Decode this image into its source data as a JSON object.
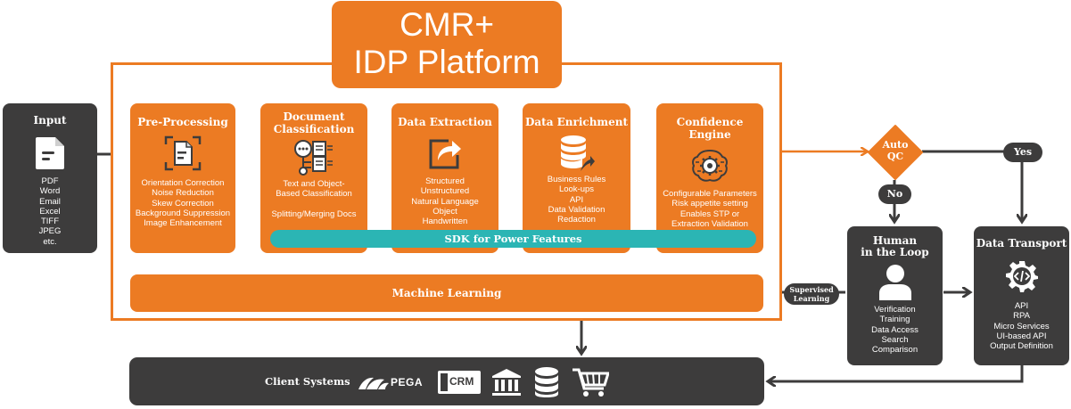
{
  "title": {
    "line1": "CMR+",
    "line2": "IDP Platform"
  },
  "input": {
    "title": "Input",
    "items": [
      "PDF",
      "Word",
      "Email",
      "Excel",
      "TIFF",
      "JPEG",
      "etc."
    ]
  },
  "stages": [
    {
      "title": "Pre-Processing",
      "icon": "document-scan-icon",
      "items": [
        "Orientation Correction",
        "Noise Reduction",
        "Skew Correction",
        "Background Suppression",
        "Image Enhancement"
      ]
    },
    {
      "title_line1": "Document",
      "title_line2": "Classification",
      "icon": "classification-tree-icon",
      "items": [
        "Text and Object-",
        "Based Classification",
        "",
        "Splitting/Merging Docs"
      ]
    },
    {
      "title": "Data Extraction",
      "icon": "export-arrow-icon",
      "items": [
        "Structured",
        "Unstructured",
        "Natural Language",
        "Object",
        "Handwritten"
      ]
    },
    {
      "title": "Data Enrichment",
      "icon": "database-arrow-icon",
      "items": [
        "Business Rules",
        "Look-ups",
        "API",
        "Data Validation",
        "Redaction"
      ]
    },
    {
      "title": "Confidence Engine",
      "icon": "brain-gear-icon",
      "items": [
        "Configurable Parameters",
        "Risk appetite setting",
        "Enables STP or",
        "Extraction Validation"
      ]
    }
  ],
  "sdk": "SDK for Power Features",
  "machine_learning": "Machine Learning",
  "auto_qc": {
    "line1": "Auto",
    "line2": "QC"
  },
  "yes_label": "Yes",
  "no_label": "No",
  "human": {
    "title_line1": "Human",
    "title_line2": "in the Loop",
    "icon": "person-icon",
    "items": [
      "Verification",
      "Training",
      "Data Access",
      "Search",
      "Comparison"
    ]
  },
  "transport": {
    "title": "Data Transport",
    "icon": "code-gear-icon",
    "items": [
      "API",
      "RPA",
      "Micro Services",
      "UI-based API",
      "Output Definition"
    ]
  },
  "supervised": {
    "line1": "Supervised",
    "line2": "Learning"
  },
  "client": {
    "title": "Client Systems",
    "pega": "PEGA",
    "crm": "CRM",
    "icons": [
      "pega-logo-icon",
      "crm-icon",
      "bank-icon",
      "database-icon",
      "cart-icon"
    ]
  },
  "colors": {
    "orange": "#ec7b23",
    "dark": "#3d3c3c",
    "teal": "#2bb5b4"
  }
}
